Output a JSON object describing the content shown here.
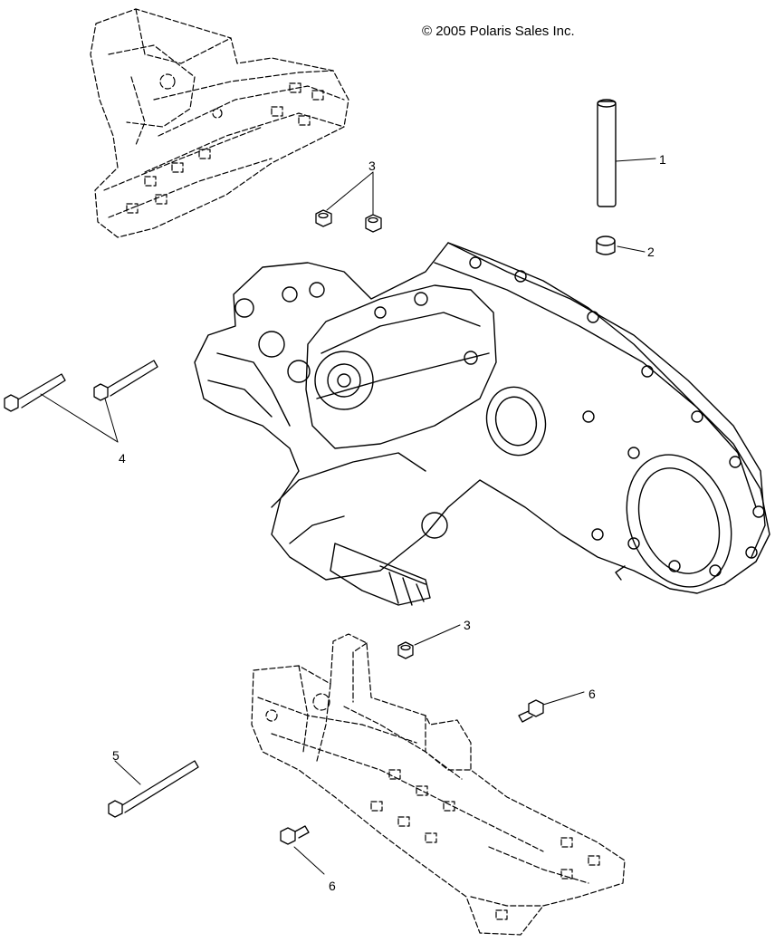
{
  "copyright": "© 2005 Polaris Sales Inc.",
  "callouts": {
    "c1": "1",
    "c2": "2",
    "c3_top": "3",
    "c4": "4",
    "c3_mid": "3",
    "c6_right": "6",
    "c5": "5",
    "c6_bottom": "6"
  }
}
